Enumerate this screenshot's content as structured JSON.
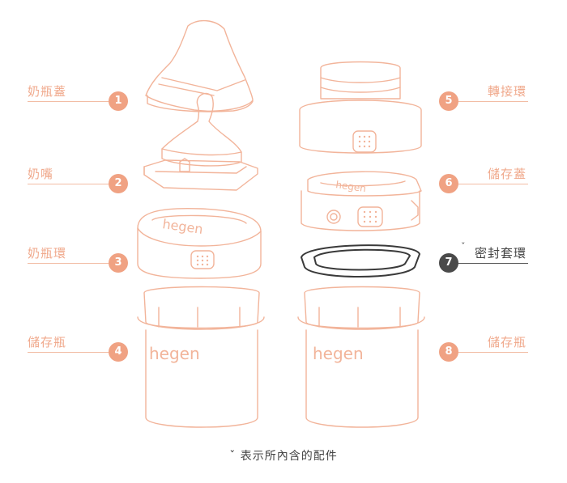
{
  "parts": [
    {
      "num": "1",
      "label": "奶瓶蓋"
    },
    {
      "num": "2",
      "label": "奶嘴"
    },
    {
      "num": "3",
      "label": "奶瓶環"
    },
    {
      "num": "4",
      "label": "儲存瓶"
    },
    {
      "num": "5",
      "label": "轉接環"
    },
    {
      "num": "6",
      "label": "儲存蓋"
    },
    {
      "num": "7",
      "label": "密封套環",
      "mark": "ˇ"
    },
    {
      "num": "8",
      "label": "儲存瓶"
    }
  ],
  "brand": "hegen",
  "footnote": "ˇ 表示所內含的配件",
  "colors": {
    "accent": "#f0a283",
    "outline": "#f2b49a",
    "dark": "#4a4a4a"
  }
}
